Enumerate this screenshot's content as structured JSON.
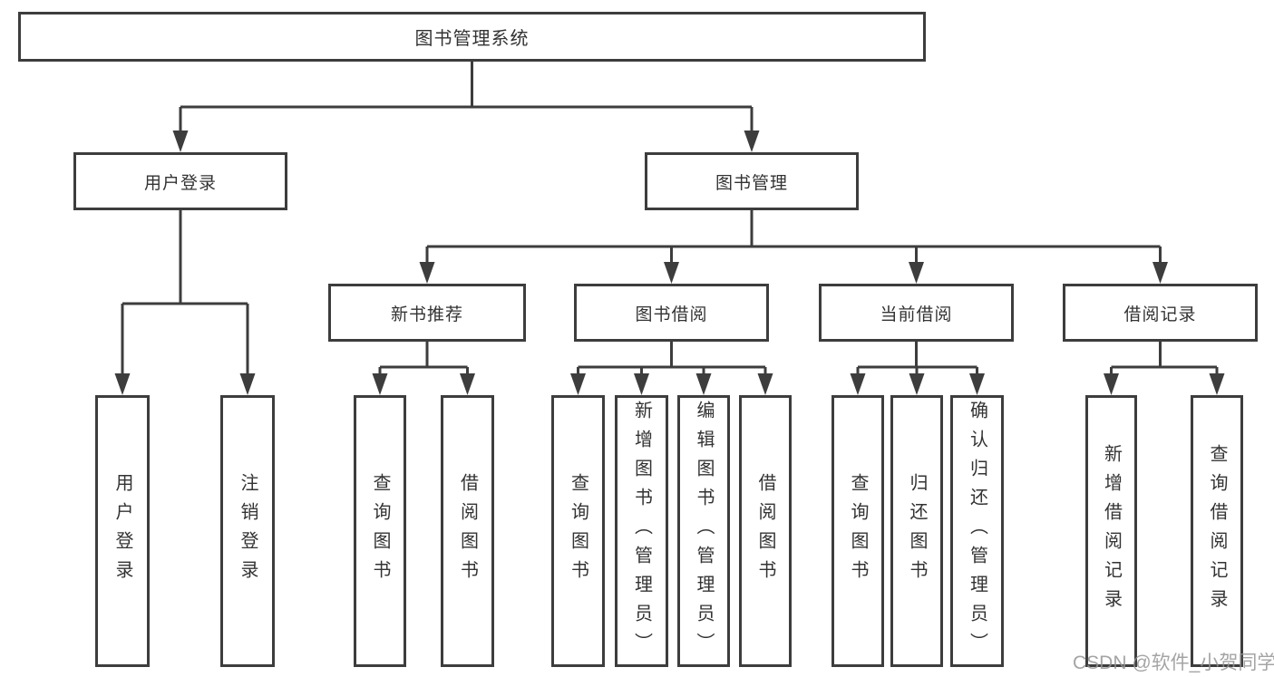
{
  "title": "图书管理系统",
  "watermark": {
    "text": "CSDN @软件_小贺同学"
  },
  "colors": {
    "line": "#3d3d3d",
    "box_border": "#3d3d3d",
    "text": "#333333",
    "watermark": "#949494"
  },
  "tree": {
    "root": {
      "label": "图书管理系统"
    },
    "branches": [
      {
        "label": "用户登录",
        "children": [
          {
            "label": "用户登录"
          },
          {
            "label": "注销登录"
          }
        ]
      },
      {
        "label": "图书管理",
        "children": [
          {
            "label": "新书推荐",
            "children": [
              {
                "label": "查询图书"
              },
              {
                "label": "借阅图书"
              }
            ]
          },
          {
            "label": "图书借阅",
            "children": [
              {
                "label": "查询图书"
              },
              {
                "label": "新增图书（管理员）"
              },
              {
                "label": "编辑图书（管理员）"
              },
              {
                "label": "借阅图书"
              }
            ]
          },
          {
            "label": "当前借阅",
            "children": [
              {
                "label": "查询图书"
              },
              {
                "label": "归还图书"
              },
              {
                "label": "确认归还（管理员）"
              }
            ]
          },
          {
            "label": "借阅记录",
            "children": [
              {
                "label": "新增借阅记录"
              },
              {
                "label": "查询借阅记录"
              }
            ]
          }
        ]
      }
    ]
  }
}
